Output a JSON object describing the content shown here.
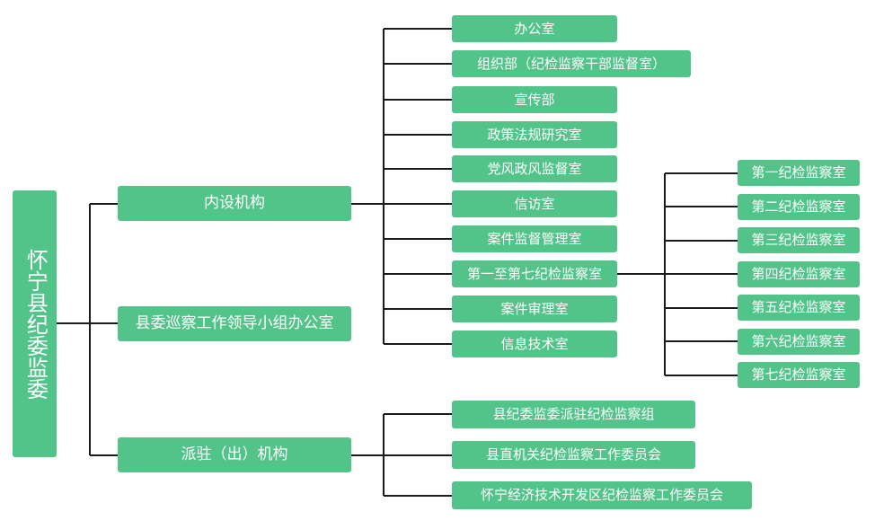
{
  "colors": {
    "node_fill": "#52c48a",
    "node_text": "#ffffff",
    "connector": "#1a1a1a"
  },
  "root": {
    "label": "怀宁县纪委监委"
  },
  "branches": [
    {
      "label": "内设机构",
      "children": [
        {
          "label": "办公室"
        },
        {
          "label": "组织部（纪检监察干部监督室）"
        },
        {
          "label": "宣传部"
        },
        {
          "label": "政策法规研究室"
        },
        {
          "label": "党风政风监督室"
        },
        {
          "label": "信访室"
        },
        {
          "label": "案件监督管理室"
        },
        {
          "label": "第一至第七纪检监察室",
          "children": [
            {
              "label": "第一纪检监察室"
            },
            {
              "label": "第二纪检监察室"
            },
            {
              "label": "第三纪检监察室"
            },
            {
              "label": "第四纪检监察室"
            },
            {
              "label": "第五纪检监察室"
            },
            {
              "label": "第六纪检监察室"
            },
            {
              "label": "第七纪检监察室"
            }
          ]
        },
        {
          "label": "案件审理室"
        },
        {
          "label": "信息技术室"
        }
      ]
    },
    {
      "label": "县委巡察工作领导小组办公室"
    },
    {
      "label": "派驻（出）机构",
      "children": [
        {
          "label": "县纪委监委派驻纪检监察组"
        },
        {
          "label": "县直机关纪检监察工作委员会"
        },
        {
          "label": "怀宁经济技术开发区纪检监察工作委员会"
        }
      ]
    }
  ]
}
